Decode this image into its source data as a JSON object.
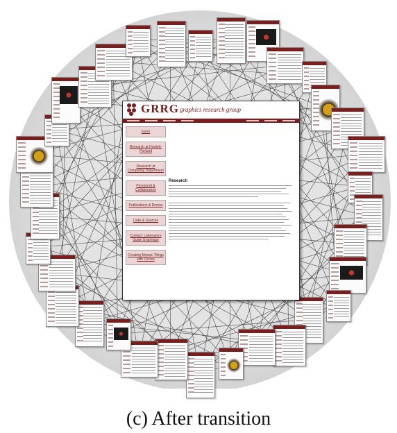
{
  "logo_text": "GRRG",
  "site_subtitle": "graphics research group",
  "main_menu": [
    "home",
    "Research at Hewlett-Packard",
    "Research at Computing Department",
    "Personnel & Collaborators",
    "Publications & Demos",
    "Links & Sources",
    "Contact: Laboratoire Guide Graphique",
    "Creating Mosaic Tilings with Circles"
  ],
  "section_title": "Research",
  "caption": "(c) After transition",
  "colors": {
    "accent": "#7a1d1d",
    "menu_bg": "#ead6d6",
    "ring": "#d9d9d9"
  }
}
